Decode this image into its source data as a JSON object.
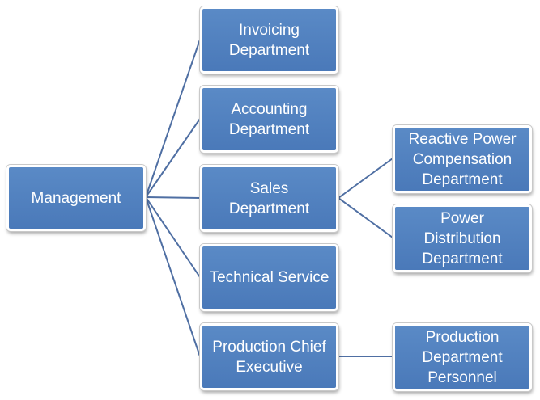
{
  "diagram": {
    "root": {
      "label": "Management"
    },
    "departments": [
      {
        "label": "Invoicing\nDepartment"
      },
      {
        "label": "Accounting\nDepartment"
      },
      {
        "label": "Sales\nDepartment"
      },
      {
        "label": "Technical Service"
      },
      {
        "label": "Production Chief\nExecutive"
      }
    ],
    "sales_children": [
      {
        "label": "Reactive Power\nCompensation\nDepartment"
      },
      {
        "label": "Power\nDistribution\nDepartment"
      }
    ],
    "production_children": [
      {
        "label": "Production\nDepartment\nPersonnel"
      }
    ],
    "colors": {
      "node_fill": "#4f81bd",
      "node_text": "#ffffff",
      "connector": "#4f6fa3"
    }
  }
}
